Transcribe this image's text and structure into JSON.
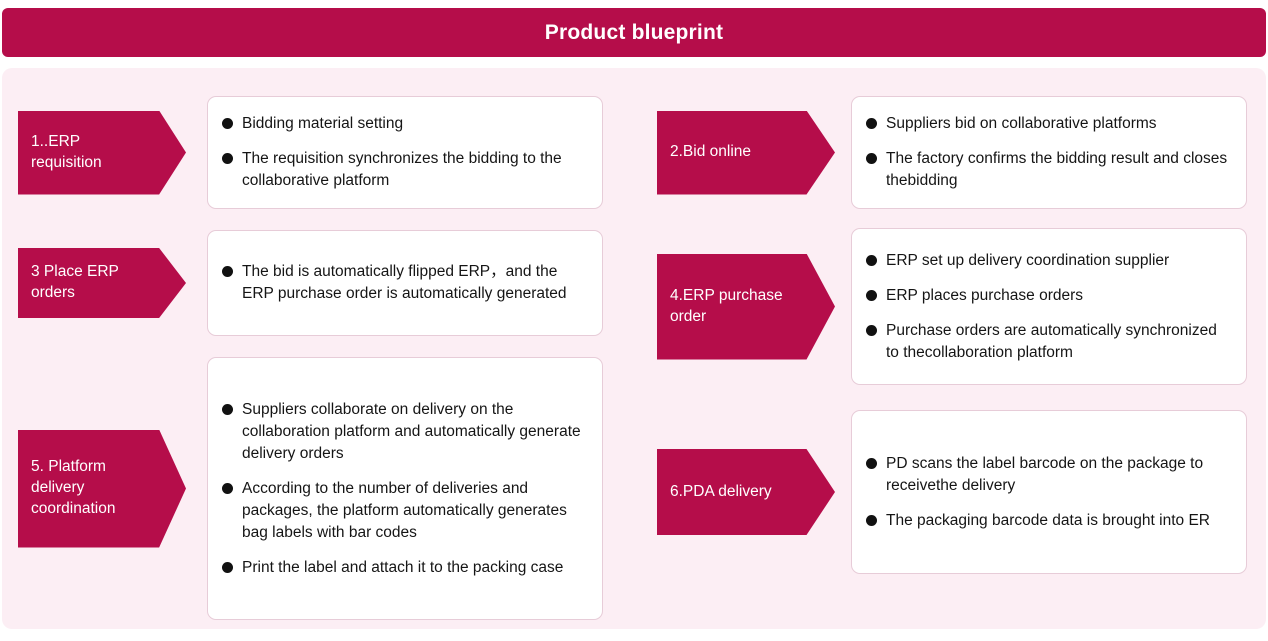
{
  "title": "Product blueprint",
  "colors": {
    "accent": "#b50d4a",
    "canvas": "#fceef4"
  },
  "steps": [
    {
      "label": "1..ERP requisition",
      "bullets": [
        "Bidding material setting",
        "The requisition synchronizes the bidding to the collaborative platform"
      ]
    },
    {
      "label": "2.Bid online",
      "bullets": [
        "Suppliers bid on collaborative platforms",
        "The factory confirms the bidding result and closes thebidding"
      ]
    },
    {
      "label": "3 Place ERP orders",
      "bullets": [
        "The bid is automatically flipped ERP，and the ERP purchase order is automatically generated"
      ]
    },
    {
      "label": "4.ERP purchase order",
      "bullets": [
        "ERP set up delivery coordination supplier",
        "ERP places purchase orders",
        "Purchase orders are automatically synchronized to thecollaboration platform"
      ]
    },
    {
      "label": "5. Platform delivery coordination",
      "bullets": [
        "Suppliers collaborate on delivery on the collaboration platform and automatically generate delivery orders",
        "According to the number of deliveries and packages, the platform automatically generates bag labels with bar codes",
        "Print the label and attach it to the packing case"
      ]
    },
    {
      "label": "6.PDA delivery",
      "bullets": [
        "PD scans the label barcode on the package to receivethe delivery",
        "The packaging barcode data is brought into ER"
      ]
    }
  ]
}
